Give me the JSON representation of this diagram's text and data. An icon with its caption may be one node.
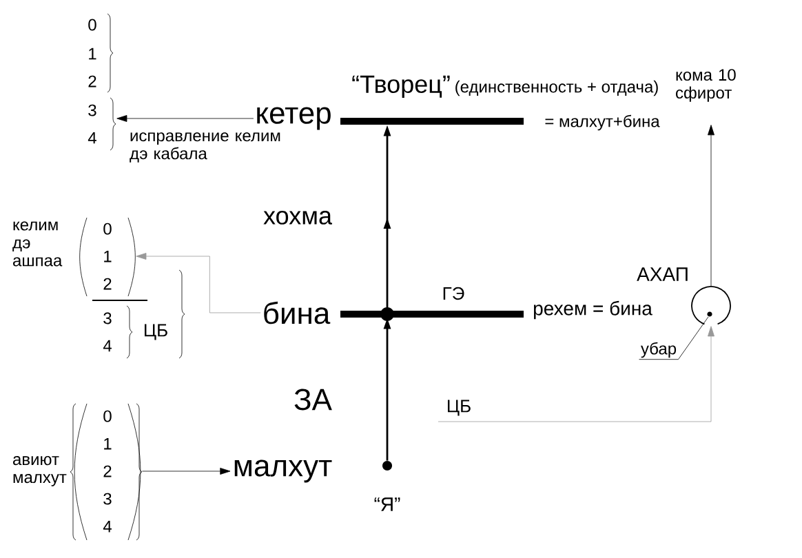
{
  "diagram": {
    "nodes": [
      {
        "text": [
          "кетер"
        ]
      },
      {
        "text": [],
        "shape": "bar"
      },
      {
        "text": [
          "бина"
        ]
      },
      {
        "text": [],
        "shape": "bar"
      },
      {
        "text": [],
        "shape": "circle",
        "beside": [
          "“Я”"
        ]
      },
      {
        "text": [
          "малхут"
        ]
      },
      {
        "text": [
          "0",
          "1",
          "2",
          "3",
          "4"
        ],
        "beside": [
          "авиют малхут"
        ]
      },
      {
        "text": [
          "0",
          "1",
          "2"
        ],
        "beside": [
          "келим дэ ашпаа"
        ]
      },
      {
        "text": [
          "3",
          "4"
        ]
      },
      {
        "text": [],
        "shape": "circle",
        "beside": [
          "АХАП"
        ]
      },
      {
        "text": [
          "кома 10 сфирот"
        ]
      },
      {
        "text": [
          "убар"
        ]
      }
    ],
    "edges": [
      {
        "from": 0,
        "to": 8,
        "arrow": "to"
      },
      {
        "from": 4,
        "to": 3,
        "arrow": "to"
      },
      {
        "from": 3,
        "to": 1,
        "arrow": "to"
      },
      {
        "from": 2,
        "to": 7,
        "arrow": "to",
        "color": "#999999"
      },
      {
        "from": 6,
        "to": 5,
        "arrow": "to"
      },
      {
        "from": 9,
        "to": 10,
        "arrow": "to"
      },
      {
        "from": 11,
        "to": 9,
        "arrow": "none"
      },
      {
        "from": null,
        "to": 9,
        "arrow": "to",
        "label": "ЦБ",
        "color": "#999999"
      }
    ],
    "labels": [
      "0",
      "1",
      "2",
      "исправление келим дэ кабала",
      "“Творец”",
      "(единственность + отдача)",
      "= малхут+бина",
      "хохма",
      "ГЭ",
      "рехем = бина",
      "3",
      "4",
      "ЦБ",
      "ЗА"
    ]
  }
}
